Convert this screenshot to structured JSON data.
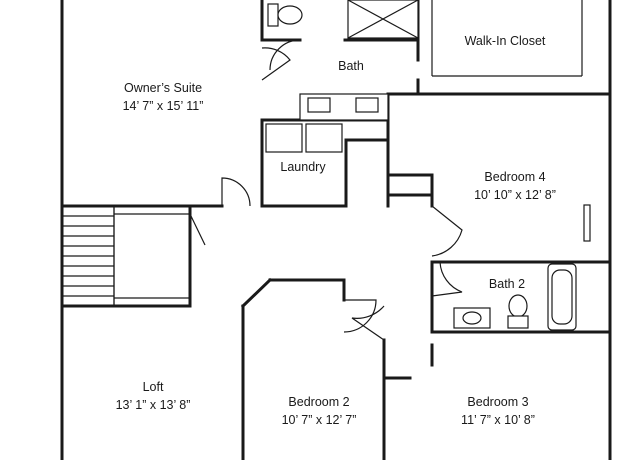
{
  "rooms": {
    "owners_suite": {
      "name": "Owner’s Suite",
      "dims": "14’ 7” x 15’ 11”"
    },
    "bath": {
      "name": "Bath"
    },
    "walk_in_closet": {
      "name": "Walk-In Closet"
    },
    "laundry": {
      "name": "Laundry"
    },
    "bedroom_4": {
      "name": "Bedroom 4",
      "dims": "10’ 10” x 12’ 8”"
    },
    "bath_2": {
      "name": "Bath 2"
    },
    "loft": {
      "name": "Loft",
      "dims": "13’ 1” x 13’ 8”"
    },
    "bedroom_2": {
      "name": "Bedroom 2",
      "dims": "10’ 7” x 12’ 7”"
    },
    "bedroom_3": {
      "name": "Bedroom 3",
      "dims": "11’ 7” x 10’ 8”"
    }
  }
}
